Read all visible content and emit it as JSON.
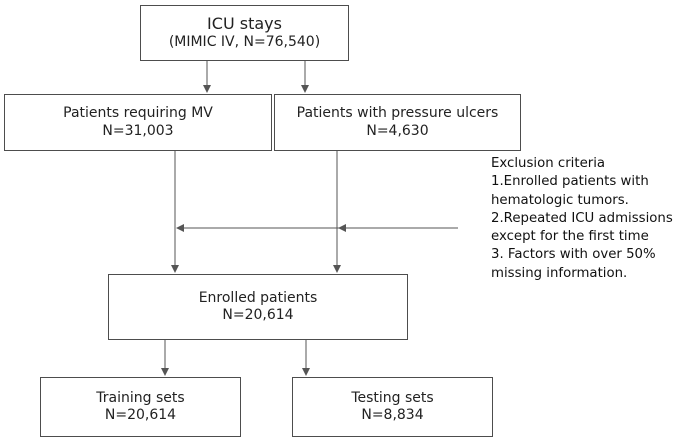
{
  "nodes": {
    "icu": {
      "title": "ICU stays",
      "subtitle": "(MIMIC IV, N=76,540)"
    },
    "mv": {
      "title": "Patients requiring MV",
      "count": "N=31,003"
    },
    "pu": {
      "title": "Patients with pressure ulcers",
      "count": "N=4,630"
    },
    "enrolled": {
      "title": "Enrolled patients",
      "count": "N=20,614"
    },
    "training": {
      "title": "Training sets",
      "count": "N=20,614"
    },
    "testing": {
      "title": "Testing sets",
      "count": "N=8,834"
    }
  },
  "exclusion": {
    "heading": "Exclusion criteria",
    "lines": [
      "1.Enrolled patients with",
      "hematologic tumors.",
      "2.Repeated ICU admissions",
      "except for the first time",
      "3. Factors with over 50%",
      "missing information."
    ]
  },
  "colors": {
    "line": "#555555",
    "border": "#4d4d4d"
  }
}
